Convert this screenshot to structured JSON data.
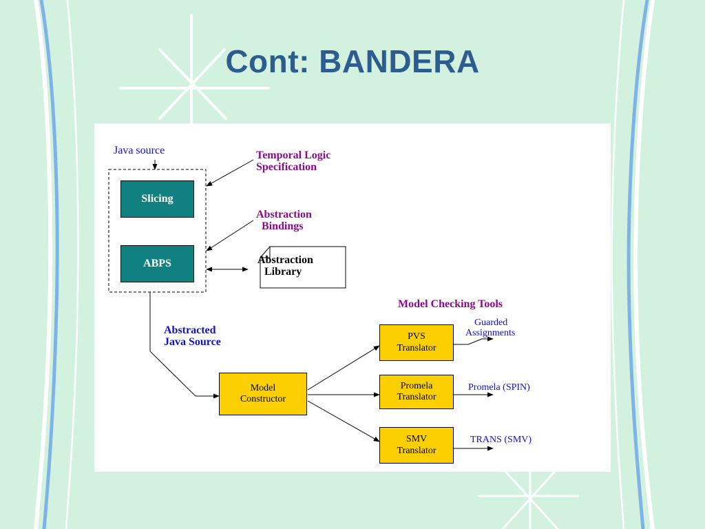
{
  "slide": {
    "title": "Cont: BANDERA"
  },
  "diagram": {
    "java_source": "Java source",
    "temporal_logic": [
      "Temporal Logic",
      "Specification"
    ],
    "abstraction_bindings": [
      "Abstraction",
      "Bindings"
    ],
    "abstracted_java_source": [
      "Abstracted",
      "Java Source"
    ],
    "model_checking_tools": "Model Checking Tools",
    "slicing": "Slicing",
    "abps": "ABPS",
    "abstraction_library": [
      "Abstraction",
      "Library"
    ],
    "model_constructor": [
      "Model",
      "Constructor"
    ],
    "pvs_translator": [
      "PVS",
      "Translator"
    ],
    "promela_translator": [
      "Promela",
      "Translator"
    ],
    "smv_translator": [
      "SMV",
      "Translator"
    ],
    "guarded_assignments": [
      "Guarded",
      "Assignments"
    ],
    "promela_spin": "Promela (SPIN)",
    "trans_smv": "TRANS (SMV)"
  },
  "colors": {
    "background": "#d2f2df",
    "title": "#2e5c8f",
    "teal_box": "#118080",
    "yellow_box": "#fcd000",
    "blue_text": "#1010c8",
    "purple_text": "#8a0a8a"
  }
}
